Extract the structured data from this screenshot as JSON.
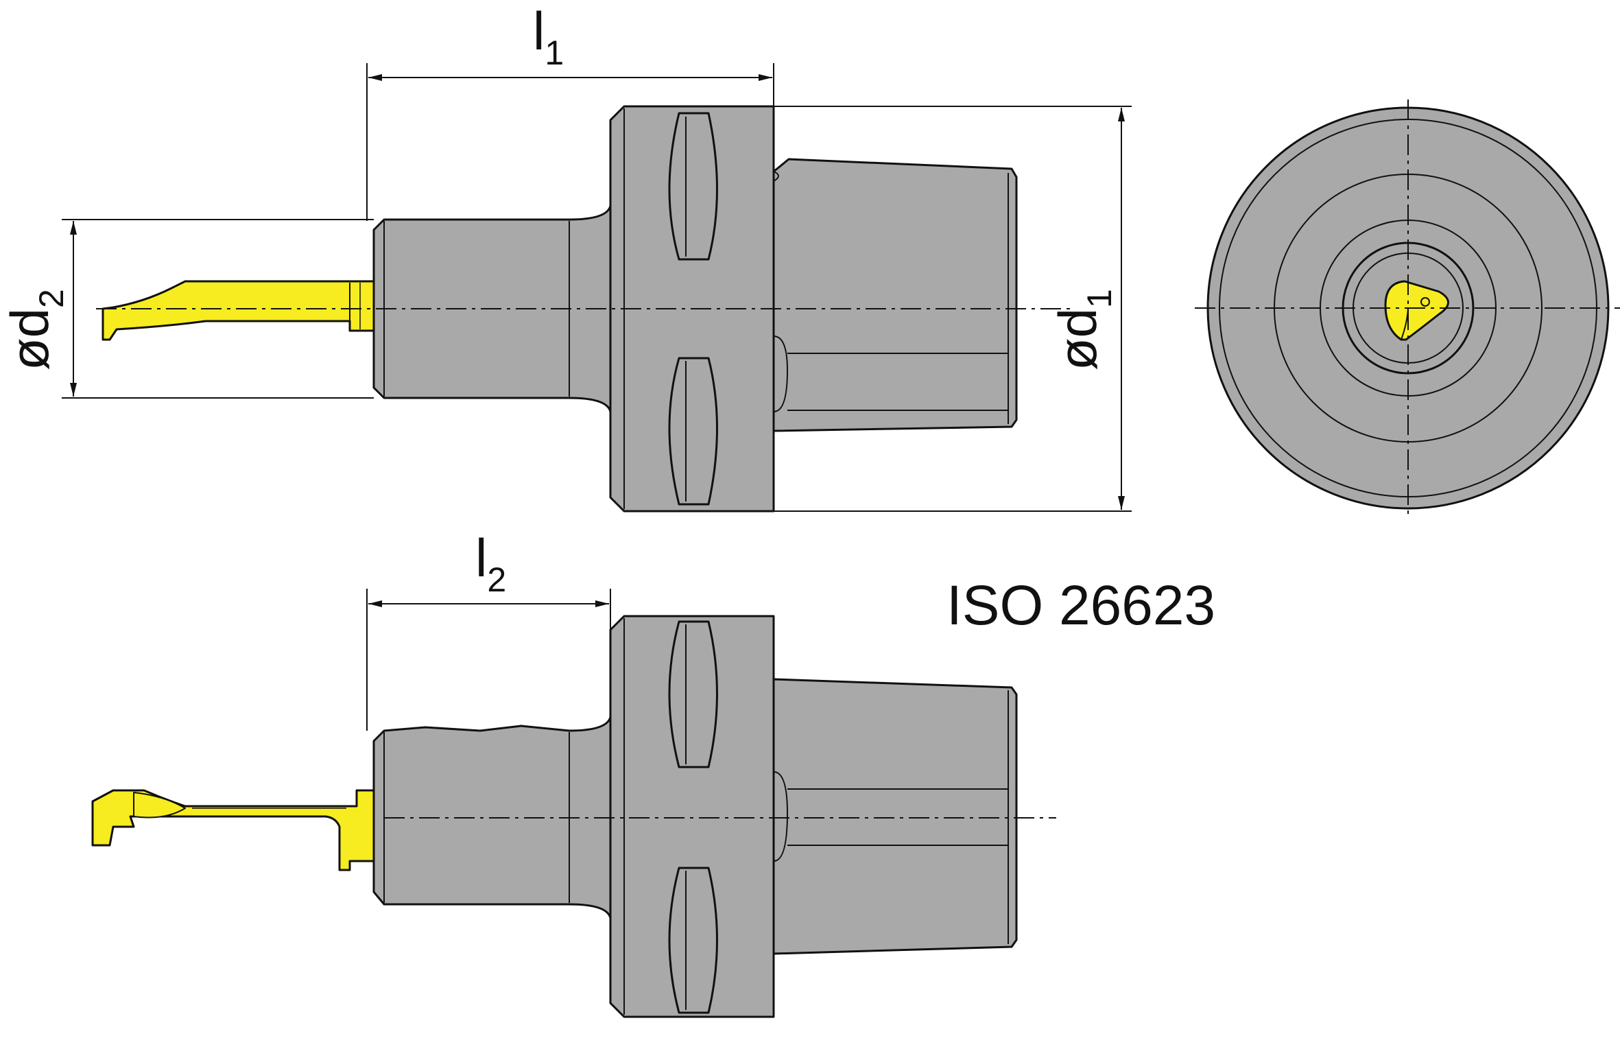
{
  "dimensions": {
    "l1": {
      "main": "l",
      "sub": "1"
    },
    "l2": {
      "main": "l",
      "sub": "2"
    },
    "d1": {
      "main": "ød",
      "sub": "1"
    },
    "d2": {
      "main": "ød",
      "sub": "2"
    }
  },
  "standard": "ISO 26623",
  "colors": {
    "holder": "#a9a9a9",
    "insert": "#f6ec1f",
    "line": "#111111",
    "background": "#ffffff"
  }
}
